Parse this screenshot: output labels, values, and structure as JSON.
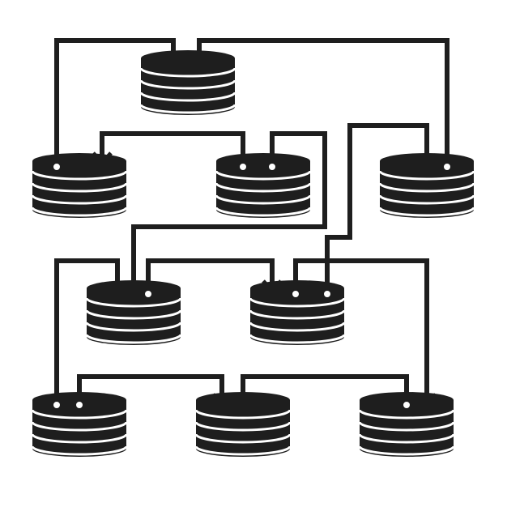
{
  "diagram": {
    "background": "#ffffff",
    "ink": "#1e1e1e",
    "gap_color": "#ffffff",
    "nodes": [
      {
        "id": "db-top",
        "icon": "database-stack-icon"
      },
      {
        "id": "db-row2-left",
        "icon": "database-stack-icon"
      },
      {
        "id": "db-row2-mid",
        "icon": "database-stack-icon"
      },
      {
        "id": "db-row2-right",
        "icon": "database-stack-icon"
      },
      {
        "id": "db-row3-left",
        "icon": "database-stack-icon"
      },
      {
        "id": "db-row3-right",
        "icon": "database-stack-icon"
      },
      {
        "id": "db-bottom-left",
        "icon": "database-stack-icon"
      },
      {
        "id": "db-bottom-mid",
        "icon": "database-stack-icon"
      },
      {
        "id": "db-bottom-right",
        "icon": "database-stack-icon"
      }
    ],
    "connectors": [
      {
        "from": "db-row2-left",
        "to": "db-top",
        "arrow": true
      },
      {
        "from": "db-row2-right",
        "to": "db-top",
        "arrow": true
      },
      {
        "from": "db-row2-mid",
        "to": "db-row2-left",
        "arrow": true
      },
      {
        "from": "db-row3-right",
        "to": "db-row2-right",
        "arrow": true
      },
      {
        "from": "db-row2-mid",
        "to": "db-row3-left",
        "arrow": true
      },
      {
        "from": "db-bottom-left",
        "to": "db-row3-left",
        "arrow": true
      },
      {
        "from": "db-row3-left",
        "to": "db-row3-right",
        "arrow": true
      },
      {
        "from": "db-row3-right",
        "to": "db-bottom-right",
        "arrow": true
      },
      {
        "from": "db-bottom-left",
        "to": "db-bottom-mid",
        "arrow": true
      },
      {
        "from": "db-bottom-right",
        "to": "db-bottom-mid",
        "arrow": true
      }
    ]
  }
}
